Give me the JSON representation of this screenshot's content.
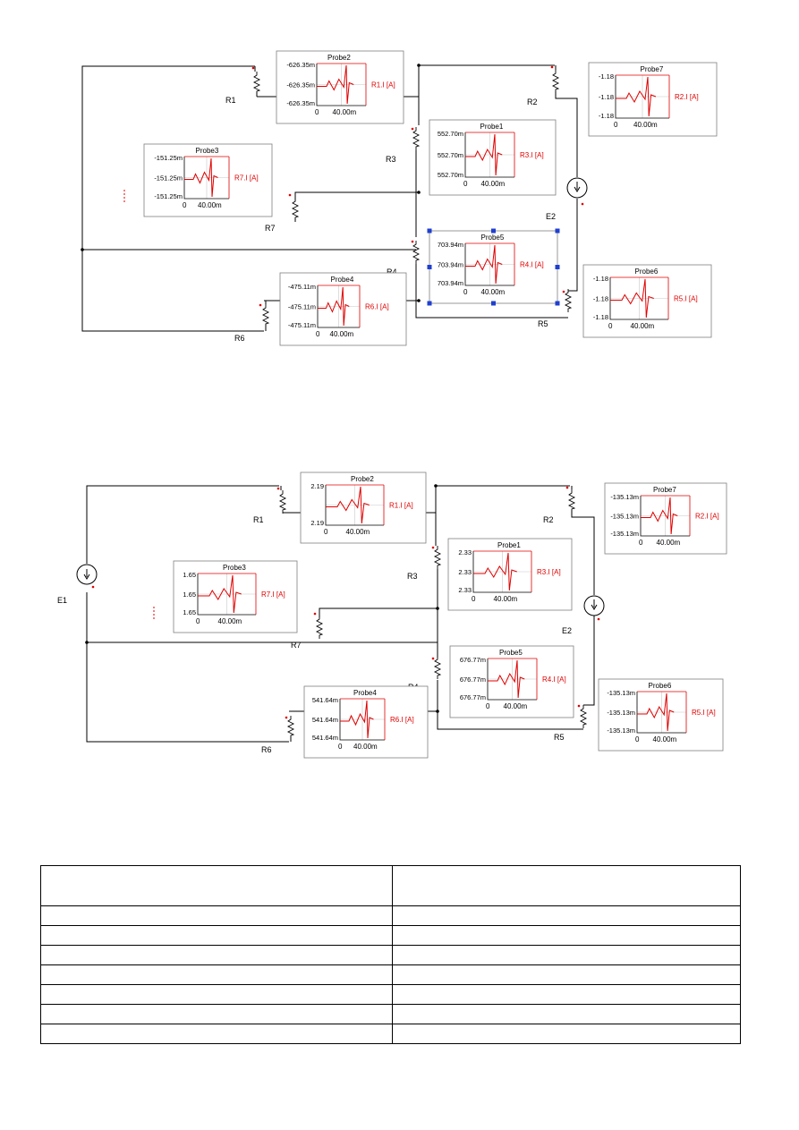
{
  "colors": {
    "trace": "#e00000",
    "wire": "#000000",
    "frame": "#7f7f7f",
    "grid": "#c8c8c8",
    "handle": "#1f3fd1"
  },
  "circuit1": {
    "labels": {
      "R1": "R1",
      "R2": "R2",
      "R3": "R3",
      "R4": "R4",
      "R5": "R5",
      "R6": "R6",
      "R7": "R7",
      "E2": "E2"
    },
    "probes": [
      {
        "id": "p1_2",
        "title": "Probe2",
        "measure": "R1.I [A]",
        "y_top": "-626.35m",
        "y_mid": "-626.35m",
        "y_bot": "-626.35m",
        "x0": "0",
        "x1": "40.00m"
      },
      {
        "id": "p1_7",
        "title": "Probe7",
        "measure": "R2.I [A]",
        "y_top": "-1.18",
        "y_mid": "-1.18",
        "y_bot": "-1.18",
        "x0": "0",
        "x1": "40.00m"
      },
      {
        "id": "p1_1",
        "title": "Probe1",
        "measure": "R3.I [A]",
        "y_top": "552.70m",
        "y_mid": "552.70m",
        "y_bot": "552.70m",
        "x0": "0",
        "x1": "40.00m"
      },
      {
        "id": "p1_3",
        "title": "Probe3",
        "measure": "R7.I [A]",
        "y_top": "-151.25m",
        "y_mid": "-151.25m",
        "y_bot": "-151.25m",
        "x0": "0",
        "x1": "40.00m"
      },
      {
        "id": "p1_5",
        "title": "Probe5",
        "measure": "R4.I [A]",
        "y_top": "703.94m",
        "y_mid": "703.94m",
        "y_bot": "703.94m",
        "x0": "0",
        "x1": "40.00m"
      },
      {
        "id": "p1_4",
        "title": "Probe4",
        "measure": "R6.I [A]",
        "y_top": "-475.11m",
        "y_mid": "-475.11m",
        "y_bot": "-475.11m",
        "x0": "0",
        "x1": "40.00m"
      },
      {
        "id": "p1_6",
        "title": "Probe6",
        "measure": "R5.I [A]",
        "y_top": "-1.18",
        "y_mid": "-1.18",
        "y_bot": "-1.18",
        "x0": "0",
        "x1": "40.00m"
      }
    ]
  },
  "circuit2": {
    "labels": {
      "R1": "R1",
      "R2": "R2",
      "R3": "R3",
      "R4": "R4",
      "R5": "R5",
      "R6": "R6",
      "R7": "R7",
      "E1": "E1",
      "E2": "E2"
    },
    "probes": [
      {
        "id": "p2_2",
        "title": "Probe2",
        "measure": "R1.I [A]",
        "y_top": "2.19",
        "y_mid": "",
        "y_bot": "2.19",
        "x0": "0",
        "x1": "40.00m"
      },
      {
        "id": "p2_7",
        "title": "Probe7",
        "measure": "R2.I [A]",
        "y_top": "-135.13m",
        "y_mid": "-135.13m",
        "y_bot": "-135.13m",
        "x0": "0",
        "x1": "40.00m"
      },
      {
        "id": "p2_1",
        "title": "Probe1",
        "measure": "R3.I [A]",
        "y_top": "2.33",
        "y_mid": "2.33",
        "y_bot": "2.33",
        "x0": "0",
        "x1": "40.00m"
      },
      {
        "id": "p2_3",
        "title": "Probe3",
        "measure": "R7.I [A]",
        "y_top": "1.65",
        "y_mid": "1.65",
        "y_bot": "1.65",
        "x0": "0",
        "x1": "40.00m"
      },
      {
        "id": "p2_5",
        "title": "Probe5",
        "measure": "R4.I [A]",
        "y_top": "676.77m",
        "y_mid": "676.77m",
        "y_bot": "676.77m",
        "x0": "0",
        "x1": "40.00m"
      },
      {
        "id": "p2_4",
        "title": "Probe4",
        "measure": "R6.I [A]",
        "y_top": "541.64m",
        "y_mid": "541.64m",
        "y_bot": "541.64m",
        "x0": "0",
        "x1": "40.00m"
      },
      {
        "id": "p2_6",
        "title": "Probe6",
        "measure": "R5.I [A]",
        "y_top": "-135.13m",
        "y_mid": "-135.13m",
        "y_bot": "-135.13m",
        "x0": "0",
        "x1": "40.00m"
      }
    ]
  },
  "results_table": {
    "rows": 8,
    "columns": 2
  }
}
